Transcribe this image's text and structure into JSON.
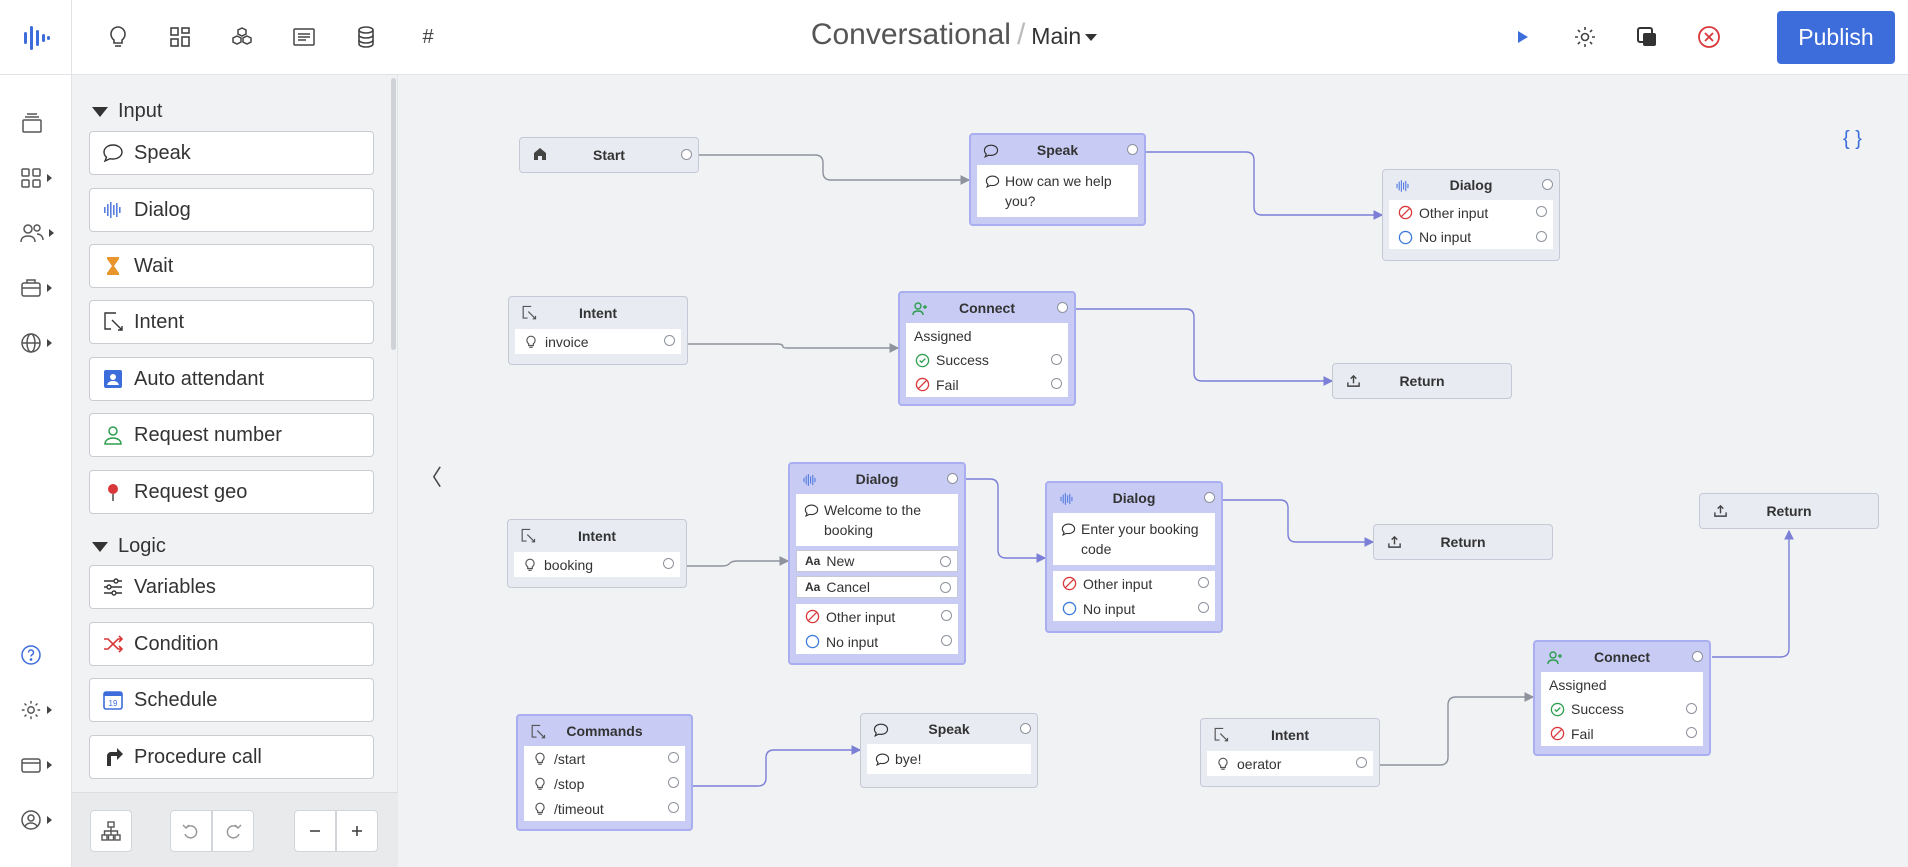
{
  "header": {
    "title": "Conversational",
    "separator": "/",
    "flow_name": "Main",
    "hash_label": "#",
    "publish_label": "Publish"
  },
  "palette": {
    "input_section": "Input",
    "input_items": [
      "Speak",
      "Dialog",
      "Wait",
      "Intent",
      "Auto attendant",
      "Request number",
      "Request geo"
    ],
    "logic_section": "Logic",
    "logic_items": [
      "Variables",
      "Condition",
      "Schedule",
      "Procedure call"
    ]
  },
  "canvas": {
    "braces": "{ }",
    "collapse": "〈",
    "nodes": {
      "start": {
        "title": "Start"
      },
      "speak1": {
        "title": "Speak",
        "message": "How can we help you?"
      },
      "dialog1": {
        "title": "Dialog",
        "rows": [
          "Other input",
          "No input"
        ]
      },
      "intent_invoice": {
        "title": "Intent",
        "value": "invoice"
      },
      "connect1": {
        "title": "Connect",
        "label": "Assigned",
        "rows": [
          "Success",
          "Fail"
        ]
      },
      "return1": {
        "title": "Return"
      },
      "intent_booking": {
        "title": "Intent",
        "value": "booking"
      },
      "dialog2": {
        "title": "Dialog",
        "message": "Welcome to the booking",
        "options": [
          "New",
          "Cancel"
        ],
        "rows": [
          "Other input",
          "No input"
        ]
      },
      "dialog3": {
        "title": "Dialog",
        "message": "Enter your booking code",
        "rows": [
          "Other input",
          "No input"
        ]
      },
      "return2": {
        "title": "Return"
      },
      "return3": {
        "title": "Return"
      },
      "commands": {
        "title": "Commands",
        "rows": [
          "/start",
          "/stop",
          "/timeout"
        ]
      },
      "speak2": {
        "title": "Speak",
        "message": "bye!"
      },
      "intent_operator": {
        "title": "Intent",
        "value": "oerator"
      },
      "connect2": {
        "title": "Connect",
        "label": "Assigned",
        "rows": [
          "Success",
          "Fail"
        ]
      }
    },
    "option_prefix": "Aa"
  },
  "colors": {
    "accent": "#3d6ddb",
    "selected_node": "#c8ccf5",
    "edge": "#7b7fd6",
    "success": "#2e9e4f",
    "fail": "#d9383a",
    "noinput": "#3d7bdb"
  }
}
